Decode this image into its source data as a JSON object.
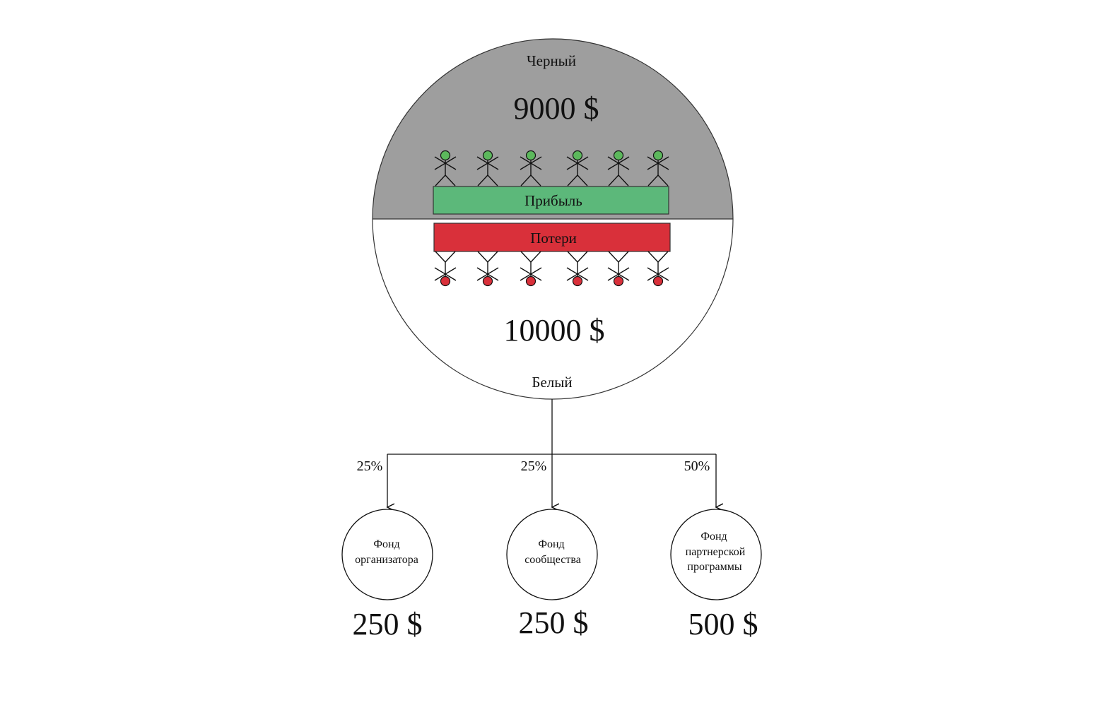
{
  "main_circle": {
    "top_label": "Черный",
    "top_amount": "9000 $",
    "bottom_label": "Белый",
    "bottom_amount": "10000 $",
    "top_color": "#9e9e9e",
    "bottom_color": "#ffffff"
  },
  "profit_bar": {
    "label": "Прибыль",
    "color": "#5cb87a",
    "figure_count": 6,
    "figure_head_color": "#5cb85c"
  },
  "loss_bar": {
    "label": "Потери",
    "color": "#d9303a",
    "figure_count": 6,
    "figure_head_color": "#d9303a"
  },
  "distribution": [
    {
      "percent": "25%",
      "fund_lines": [
        "Фонд",
        "организатора"
      ],
      "amount": "250 $"
    },
    {
      "percent": "25%",
      "fund_lines": [
        "Фонд",
        "сообщества"
      ],
      "amount": "250 $"
    },
    {
      "percent": "50%",
      "fund_lines": [
        "Фонд",
        "партнерской",
        "программы"
      ],
      "amount": "500 $"
    }
  ]
}
